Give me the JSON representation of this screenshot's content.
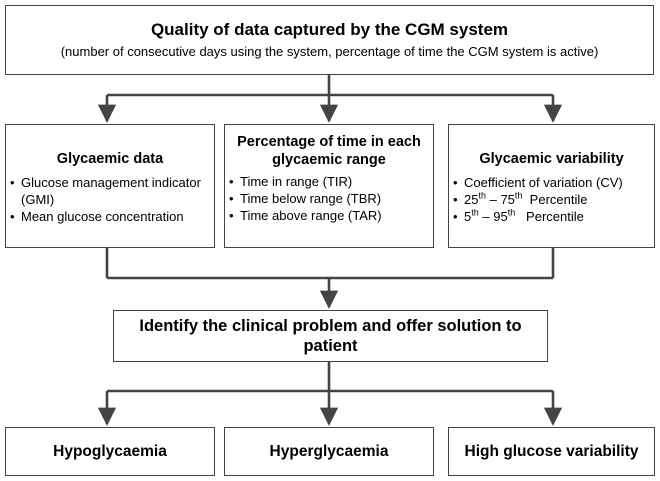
{
  "colors": {
    "border": "#444444",
    "connector": "#444444",
    "background": "#ffffff"
  },
  "top": {
    "title": "Quality of data captured by the CGM system",
    "subtitle": "(number of consecutive  days using the system, percentage of time the CGM system is active)"
  },
  "metrics": [
    {
      "title": "Glycaemic data",
      "items": [
        "Glucose management indicator (GMI)",
        "Mean glucose concentration"
      ]
    },
    {
      "title": "Percentage of time in each glycaemic range",
      "items": [
        "Time in range (TIR)",
        "Time below range (TBR)",
        "Time above range (TAR)"
      ]
    },
    {
      "title": "Glycaemic variability",
      "items": [
        "Coefficient of variation (CV)"
      ],
      "percentiles": [
        {
          "low": "25",
          "low_sup": "th",
          "sep": " – ",
          "high": "75",
          "high_sup": "th",
          "label": "Percentile"
        },
        {
          "low": "5",
          "low_sup": "th",
          "sep": " – ",
          "high": "95",
          "high_sup": "th",
          "label": "Percentile"
        }
      ]
    }
  ],
  "decision": {
    "label": "Identify the clinical problem and offer solution to patient"
  },
  "outcomes": [
    "Hypoglycaemia",
    "Hyperglycaemia",
    "High glucose variability"
  ]
}
